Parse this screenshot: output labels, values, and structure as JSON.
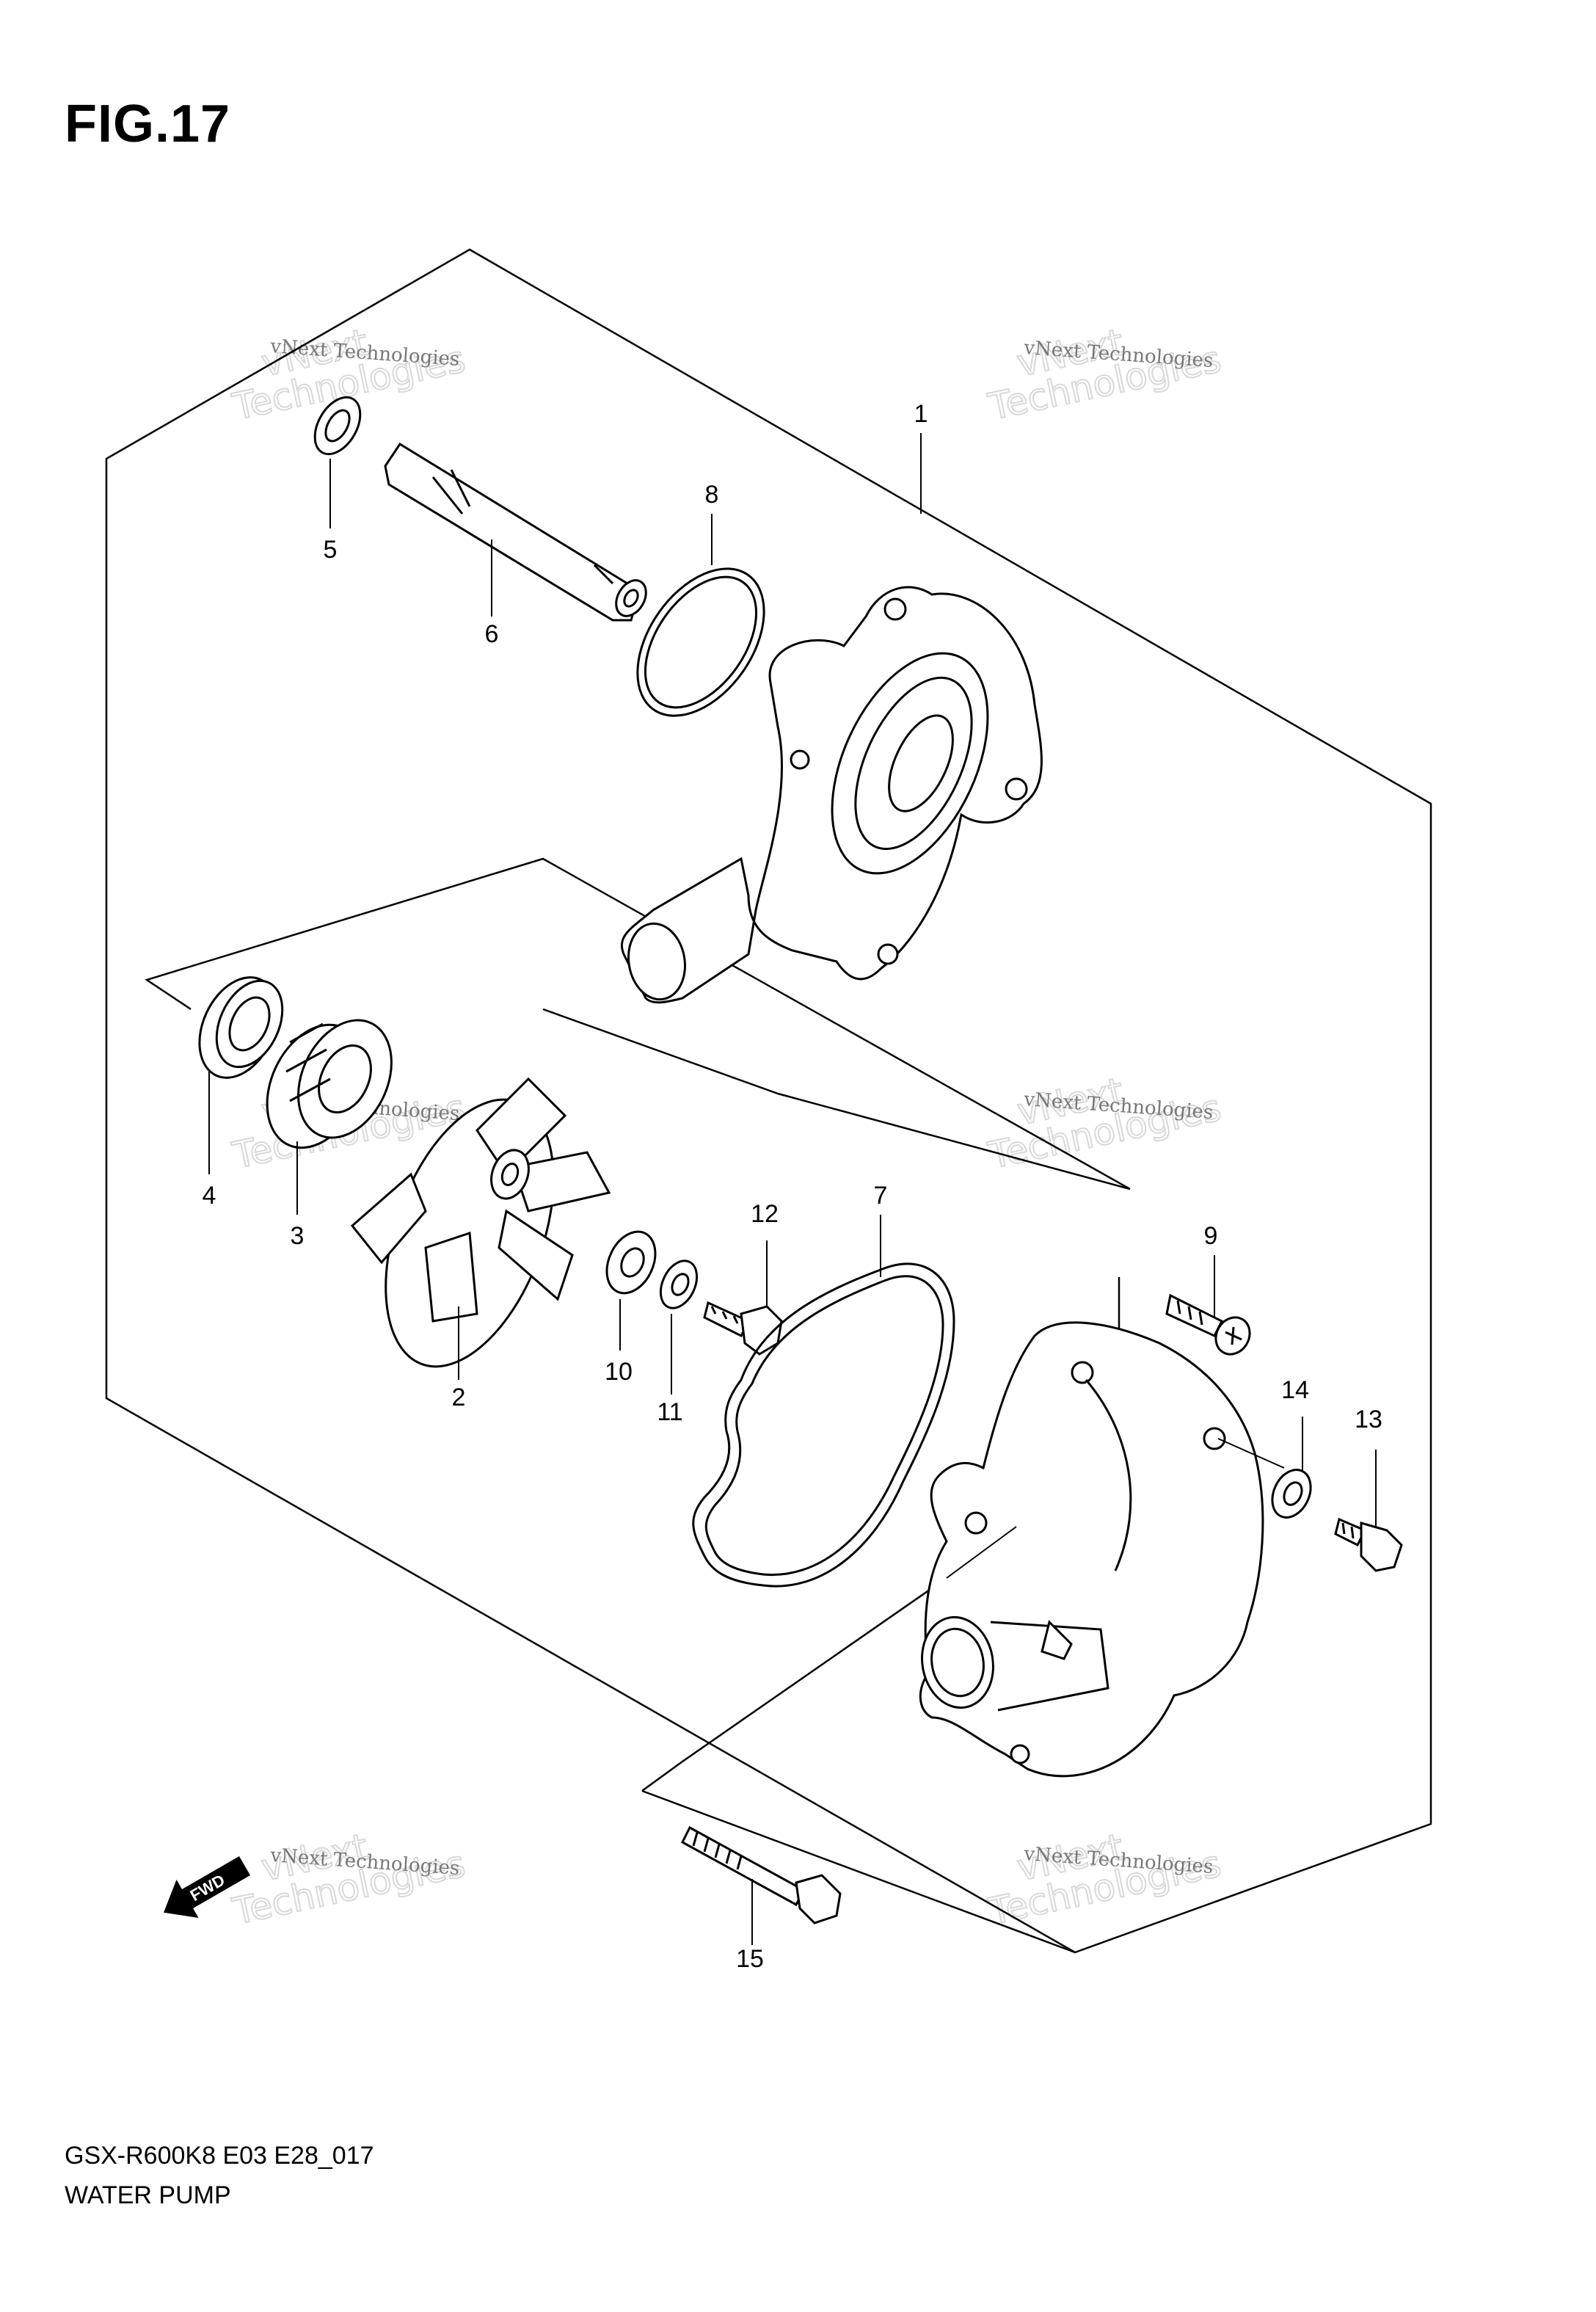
{
  "figure": {
    "title": "FIG.17",
    "model_code": "GSX-R600K8 E03 E28_017",
    "diagram_name": "WATER PUMP"
  },
  "watermark": {
    "line1": "vNext Technologies",
    "line2": "vNext",
    "line3": "Technologies"
  },
  "forward_marker": "FWD",
  "callouts": {
    "p1": "1",
    "p2": "2",
    "p3": "3",
    "p4": "4",
    "p5": "5",
    "p6": "6",
    "p7": "7",
    "p8": "8",
    "p9": "9",
    "p10": "10",
    "p11": "11",
    "p12": "12",
    "p13": "13",
    "p14": "14",
    "p15": "15"
  }
}
